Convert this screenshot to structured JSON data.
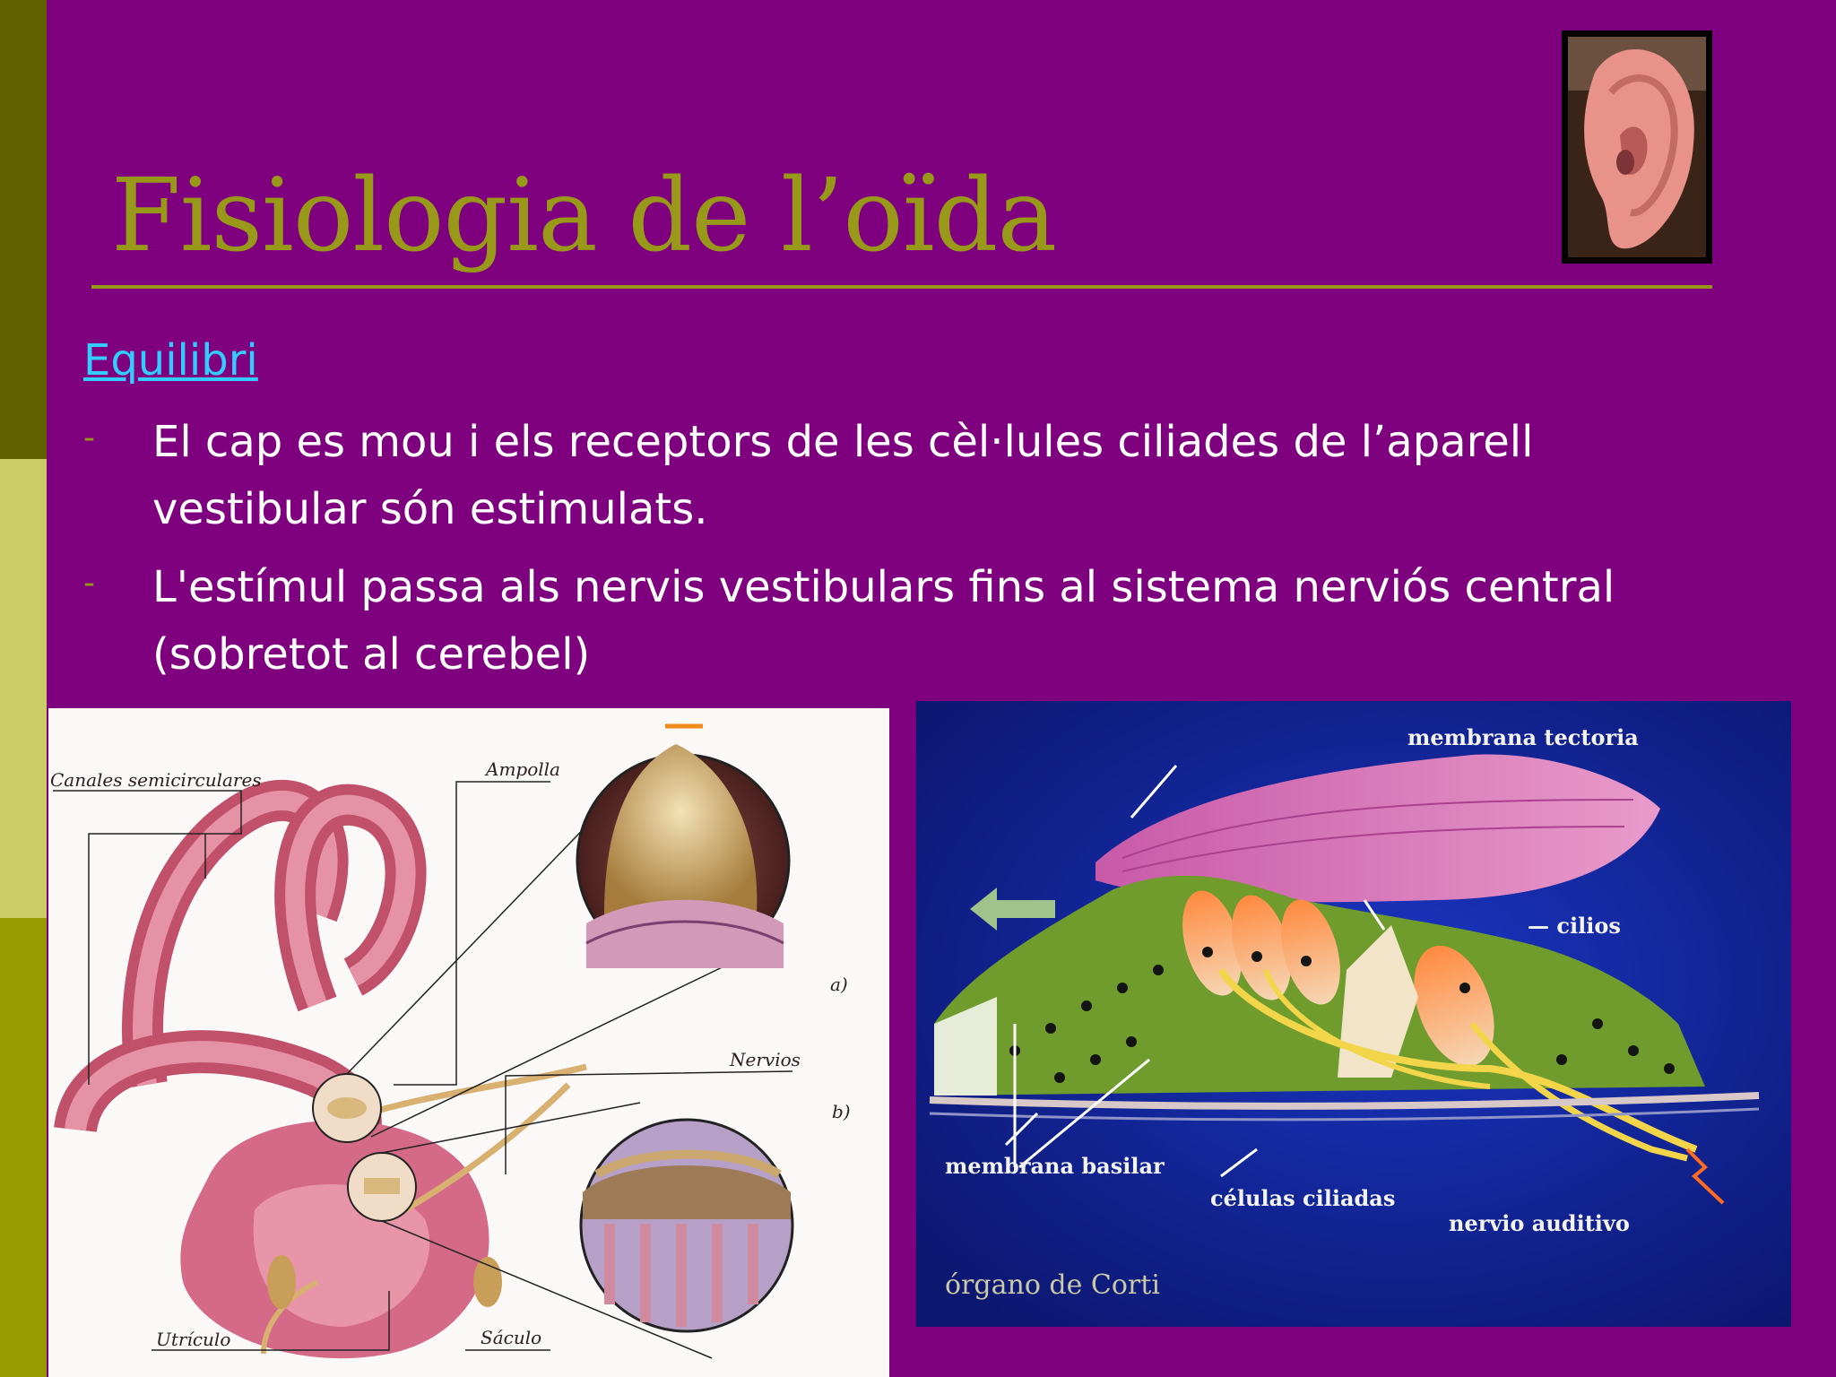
{
  "slide": {
    "title": "Fisiologia de l’oïda",
    "section_link": "Equilibri",
    "bullets": [
      {
        "marker": "-",
        "text": "El cap es mou i els receptors de les cèl·lules ciliades de l’aparell vestibular són estimulats."
      },
      {
        "marker": "-",
        "text": "L'estímul passa als nervis vestibulars fins al sistema nerviós central (sobretot al cerebel)"
      }
    ]
  },
  "figure_vestibular": {
    "labels": {
      "canales": "Canales semicirculares",
      "ampolla": "Ampolla",
      "a": "a)",
      "nervios": "Nervios",
      "b": "b)",
      "utriculo": "Utrículo",
      "saculo": "Sáculo"
    }
  },
  "figure_corti": {
    "labels": {
      "membrana_tectoria": "membrana tectoria",
      "cilios": "— cilios",
      "membrana_basilar": "membrana basilar",
      "celulas_ciliadas": "células ciliadas",
      "nervio_auditivo": "nervio auditivo",
      "caption": "órgano de Corti"
    }
  },
  "colors": {
    "background": "#7e007e",
    "title": "#999919",
    "link": "#33ccff",
    "stripe_top": "#626100",
    "stripe_mid": "#cccc66",
    "stripe_bottom": "#999900"
  }
}
